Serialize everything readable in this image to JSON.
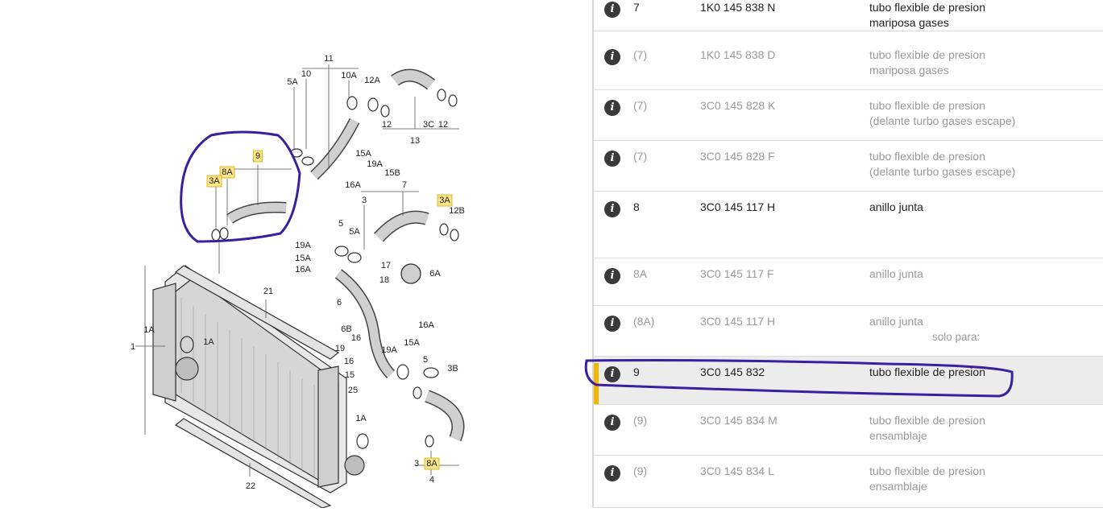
{
  "diagram": {
    "callouts": [
      {
        "id": "c11",
        "text": "11",
        "highlighted": false
      },
      {
        "id": "c10",
        "text": "10",
        "highlighted": false
      },
      {
        "id": "c10A",
        "text": "10A",
        "highlighted": false
      },
      {
        "id": "c12A",
        "text": "12A",
        "highlighted": false
      },
      {
        "id": "c5A_top",
        "text": "5A",
        "highlighted": false
      },
      {
        "id": "c9",
        "text": "9",
        "highlighted": true
      },
      {
        "id": "c8A_top",
        "text": "8A",
        "highlighted": true
      },
      {
        "id": "c3A_top",
        "text": "3A",
        "highlighted": true
      },
      {
        "id": "c12_l",
        "text": "12",
        "highlighted": false
      },
      {
        "id": "c3C",
        "text": "3C",
        "highlighted": false
      },
      {
        "id": "c12_r",
        "text": "12",
        "highlighted": false
      },
      {
        "id": "c13",
        "text": "13",
        "highlighted": false
      },
      {
        "id": "c15A_a",
        "text": "15A",
        "highlighted": false
      },
      {
        "id": "c19A_a",
        "text": "19A",
        "highlighted": false
      },
      {
        "id": "c15B",
        "text": "15B",
        "highlighted": false
      },
      {
        "id": "c16A_a",
        "text": "16A",
        "highlighted": false
      },
      {
        "id": "c7",
        "text": "7",
        "highlighted": false
      },
      {
        "id": "c3",
        "text": "3",
        "highlighted": false
      },
      {
        "id": "c3A_right",
        "text": "3A",
        "highlighted": true
      },
      {
        "id": "c12B",
        "text": "12B",
        "highlighted": false
      },
      {
        "id": "c5",
        "text": "5",
        "highlighted": false
      },
      {
        "id": "c5A_mid",
        "text": "5A",
        "highlighted": false
      },
      {
        "id": "c19A_b",
        "text": "19A",
        "highlighted": false
      },
      {
        "id": "c15A_b",
        "text": "15A",
        "highlighted": false
      },
      {
        "id": "c16A_b",
        "text": "16A",
        "highlighted": false
      },
      {
        "id": "c17",
        "text": "17",
        "highlighted": false
      },
      {
        "id": "c18",
        "text": "18",
        "highlighted": false
      },
      {
        "id": "c6A",
        "text": "6A",
        "highlighted": false
      },
      {
        "id": "c21",
        "text": "21",
        "highlighted": false
      },
      {
        "id": "c6",
        "text": "6",
        "highlighted": false
      },
      {
        "id": "c6B",
        "text": "6B",
        "highlighted": false
      },
      {
        "id": "c16A_c",
        "text": "16A",
        "highlighted": false
      },
      {
        "id": "c15A_c",
        "text": "15A",
        "highlighted": false
      },
      {
        "id": "c19A_c",
        "text": "19A",
        "highlighted": false
      },
      {
        "id": "c16",
        "text": "16",
        "highlighted": false
      },
      {
        "id": "c1A_left",
        "text": "1A",
        "highlighted": false
      },
      {
        "id": "c1A_in",
        "text": "1A",
        "highlighted": false
      },
      {
        "id": "c1",
        "text": "1",
        "highlighted": false
      },
      {
        "id": "c19",
        "text": "19",
        "highlighted": false
      },
      {
        "id": "c16_b",
        "text": "16",
        "highlighted": false
      },
      {
        "id": "c15",
        "text": "15",
        "highlighted": false
      },
      {
        "id": "c5_b",
        "text": "5",
        "highlighted": false
      },
      {
        "id": "c3B",
        "text": "3B",
        "highlighted": false
      },
      {
        "id": "c25",
        "text": "25",
        "highlighted": false
      },
      {
        "id": "c1A_b",
        "text": "1A",
        "highlighted": false
      },
      {
        "id": "c3_b",
        "text": "3",
        "highlighted": false
      },
      {
        "id": "c8A_b",
        "text": "8A",
        "highlighted": true
      },
      {
        "id": "c4",
        "text": "4",
        "highlighted": false
      },
      {
        "id": "c22",
        "text": "22",
        "highlighted": false
      }
    ]
  },
  "parts": [
    {
      "info": "i",
      "pos": "7",
      "number": "1K0 145 838 N",
      "desc1": "tubo flexible de presion",
      "desc2": "mariposa gases",
      "muted": false,
      "selected": false
    },
    {
      "info": "i",
      "pos": "(7)",
      "number": "1K0 145 838 D",
      "desc1": "tubo flexible de presion",
      "desc2": "mariposa gases",
      "muted": true,
      "selected": false
    },
    {
      "info": "i",
      "pos": "(7)",
      "number": "3C0 145 828 K",
      "desc1": "tubo flexible de presion",
      "desc2": "(delante turbo gases escape)",
      "muted": true,
      "selected": false
    },
    {
      "info": "i",
      "pos": "(7)",
      "number": "3C0 145 828 F",
      "desc1": "tubo flexible de presion",
      "desc2": "(delante turbo gases escape)",
      "muted": true,
      "selected": false
    },
    {
      "info": "i",
      "pos": "8",
      "number": "3C0 145 117 H",
      "desc1": "anillo junta",
      "desc2": "",
      "muted": false,
      "selected": false
    },
    {
      "info": "i",
      "pos": "8A",
      "number": "3C0 145 117 F",
      "desc1": "anillo junta",
      "desc2": "",
      "muted": true,
      "selected": false
    },
    {
      "info": "i",
      "pos": "(8A)",
      "number": "3C0 145 117 H",
      "desc1": "anillo junta",
      "desc2": "",
      "note": "solo para:",
      "muted": true,
      "selected": false
    },
    {
      "info": "i",
      "pos": "9",
      "number": "3C0 145 832",
      "desc1": "tubo flexible de presion",
      "desc2": "",
      "muted": false,
      "selected": true
    },
    {
      "info": "i",
      "pos": "(9)",
      "number": "3C0 145 834 M",
      "desc1": "tubo flexible de presion",
      "desc2": "ensamblaje",
      "muted": true,
      "selected": false
    },
    {
      "info": "i",
      "pos": "(9)",
      "number": "3C0 145 834 L",
      "desc1": "tubo flexible de presion",
      "desc2": "ensamblaje",
      "muted": true,
      "selected": false
    }
  ],
  "colors": {
    "selection_bar": "#f5b800",
    "annotation": "#3a1fa0",
    "label_highlight": "#fde58a"
  }
}
